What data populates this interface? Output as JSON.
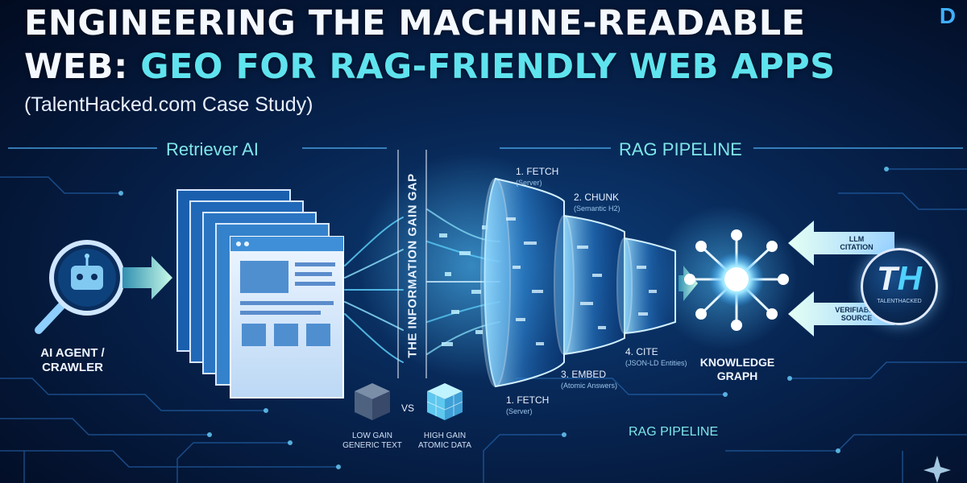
{
  "title": {
    "line1": "ENGINEERING THE MACHINE-READABLE",
    "line2_prefix": "WEB: ",
    "line2_accent": "GEO FOR RAG-FRIENDLY WEB APPS",
    "subtitle": "(TalentHacked.com Case Study)"
  },
  "brand_mark": "D",
  "sections": {
    "retriever": "Retriever AI",
    "rag_top": "RAG PIPELINE",
    "rag_bottom": "RAG PIPELINE",
    "gap": "THE INFORMATION GAIN GAP"
  },
  "agent": {
    "line1": "AI AGENT /",
    "line2": "CRAWLER",
    "icon": "robot-magnifier-icon"
  },
  "pipeline_steps": [
    {
      "label": "1. FETCH",
      "sub": "(Server)"
    },
    {
      "label": "2. CHUNK",
      "sub": "(Semantic H2)"
    },
    {
      "label": "3. EMBED",
      "sub": "(Atomic Answers)"
    },
    {
      "label": "4. CITE",
      "sub": "(JSON-LD Entities)"
    },
    {
      "label": "1. FETCH",
      "sub": "(Server)"
    }
  ],
  "knowledge_graph": {
    "line1": "KNOWLEDGE",
    "line2": "GRAPH"
  },
  "cubes": {
    "low": {
      "line1": "LOW GAIN",
      "line2": "GENERIC TEXT"
    },
    "vs": "VS",
    "high": {
      "line1": "HIGH GAIN",
      "line2": "ATOMIC DATA"
    }
  },
  "return_arrows": [
    {
      "line1": "LLM",
      "line2": "CITATION"
    },
    {
      "line1": "VERIFIABLE",
      "line2": "SOURCE"
    }
  ],
  "th_logo": {
    "mark_t": "T",
    "mark_h": "H",
    "tag": "TALENTHACKED"
  },
  "colors": {
    "accent_cyan": "#5fe3ee",
    "label_teal": "#7ee6e8",
    "arrow_mint": "#bff5e6",
    "bg_navy": "#041534"
  }
}
